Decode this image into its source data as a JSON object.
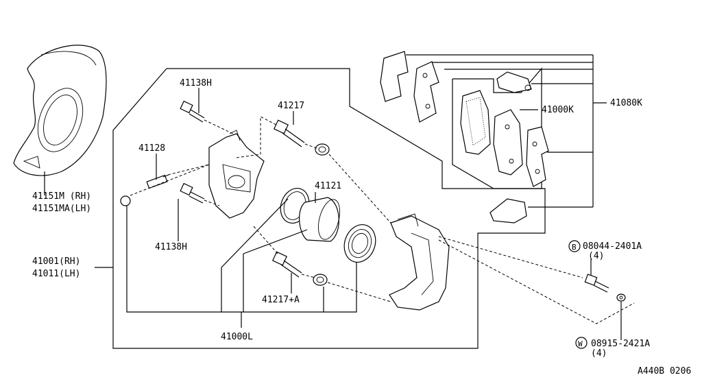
{
  "labels": {
    "p41151": "41151M (RH)",
    "p41151ma": "41151MA(LH)",
    "p41138h_top": "41138H",
    "p41217": "41217",
    "p41128": "41128",
    "p41121": "41121",
    "p41138h_bot": "41138H",
    "p41001": "41001(RH)",
    "p41011": "41011(LH)",
    "p41217a": "41217+A",
    "p41000l": "41000L",
    "p41080k": "41080K",
    "p41000k": "41000K",
    "bolt_b": "08044-2401A",
    "bolt_b_qty": "(4)",
    "bolt_b_mark": "B",
    "washer_w": "08915-2421A",
    "washer_w_qty": "(4)",
    "washer_w_mark": "W",
    "diagram_code": "A440B 0206"
  }
}
